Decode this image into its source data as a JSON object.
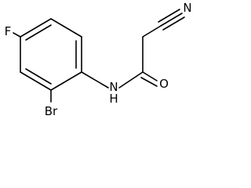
{
  "molecule": {
    "atom_labels": {
      "fluorine": "F",
      "bromine": "Br",
      "amide_nitrogen": "N",
      "amide_hydrogen": "H",
      "carbonyl_oxygen": "O",
      "nitrile_nitrogen": "N"
    }
  }
}
